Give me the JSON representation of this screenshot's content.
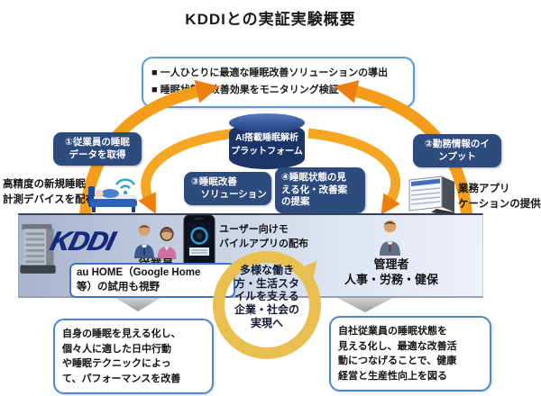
{
  "title": "KDDIとの実証実験概要",
  "goals_box": {
    "bullets": [
      "■ 一人ひとりに最適な睡眠改善ソリューションの導出",
      "■ 睡眠状態の改善効果をモニタリング検証"
    ]
  },
  "platform": {
    "lines": [
      "AI搭載睡眠解析",
      "プラットフォーム"
    ]
  },
  "steps": {
    "s1": {
      "lines": [
        "①従業員の睡眠",
        "データを取得"
      ]
    },
    "s2": {
      "lines": [
        "②勤務情報のイ",
        "ンプット"
      ]
    },
    "s3": {
      "lines": [
        "③睡眠改善",
        "　ソリューション"
      ]
    },
    "s4": {
      "lines": [
        "④睡眠状態の見",
        "える化・改善案",
        "の提案"
      ]
    }
  },
  "device_note": {
    "lines": [
      "高精度の新規睡眠",
      "計測デバイスを配布"
    ]
  },
  "app_provision_note": {
    "lines": [
      "業務アプリ",
      "ケーションの提供"
    ]
  },
  "band": {
    "logo": "KDDI",
    "employees_label": "従業員",
    "mobile_app_note": {
      "lines": [
        "ユーザー向けモ",
        "バイルアプリの配布"
      ]
    },
    "au_home_note": {
      "lines": [
        "au HOME（Google Home",
        "等）の試用も視野"
      ]
    },
    "manager_label": "管理者",
    "manager_sub_label": "人事・労務・健保"
  },
  "vision_circle": {
    "lines": [
      "多様な働き",
      "方・生活スタ",
      "イルを支える",
      "企業・社会の",
      "実現へ"
    ]
  },
  "outcomes": {
    "employee": {
      "lines": [
        "自身の睡眠を見える化し、",
        "個々人に適した日中行動",
        "や睡眠テクニックによっ",
        "て、パフォーマンスを改善"
      ]
    },
    "company": {
      "lines": [
        "自社従業員の睡眠状態を",
        "見える化し、最適な改善活",
        "動につなげることで、健康",
        "経営と生産性向上を図る"
      ]
    }
  },
  "icons": {
    "sleep_device": "bed-with-wifi-icon",
    "business_app": "monitor-spreadsheet-icon",
    "employees": "man-and-woman-icon",
    "mobile_app": "smartphone-icon",
    "manager": "person-suit-icon",
    "company": "building-icon",
    "platform": "database-cylinder-icon"
  },
  "colors": {
    "arrow_orange": "#F49D1B",
    "arrowhead_orange": "#EC7F10",
    "step_navy": "#2E4B7E",
    "cylinder_navy": "#1B3666",
    "ring_gold": "#E9C050",
    "box_border_blue": "#5B9BD5",
    "kddi_navy": "#16297C",
    "band_left": "#A6B3CC",
    "band_right": "#EDF1F9"
  }
}
